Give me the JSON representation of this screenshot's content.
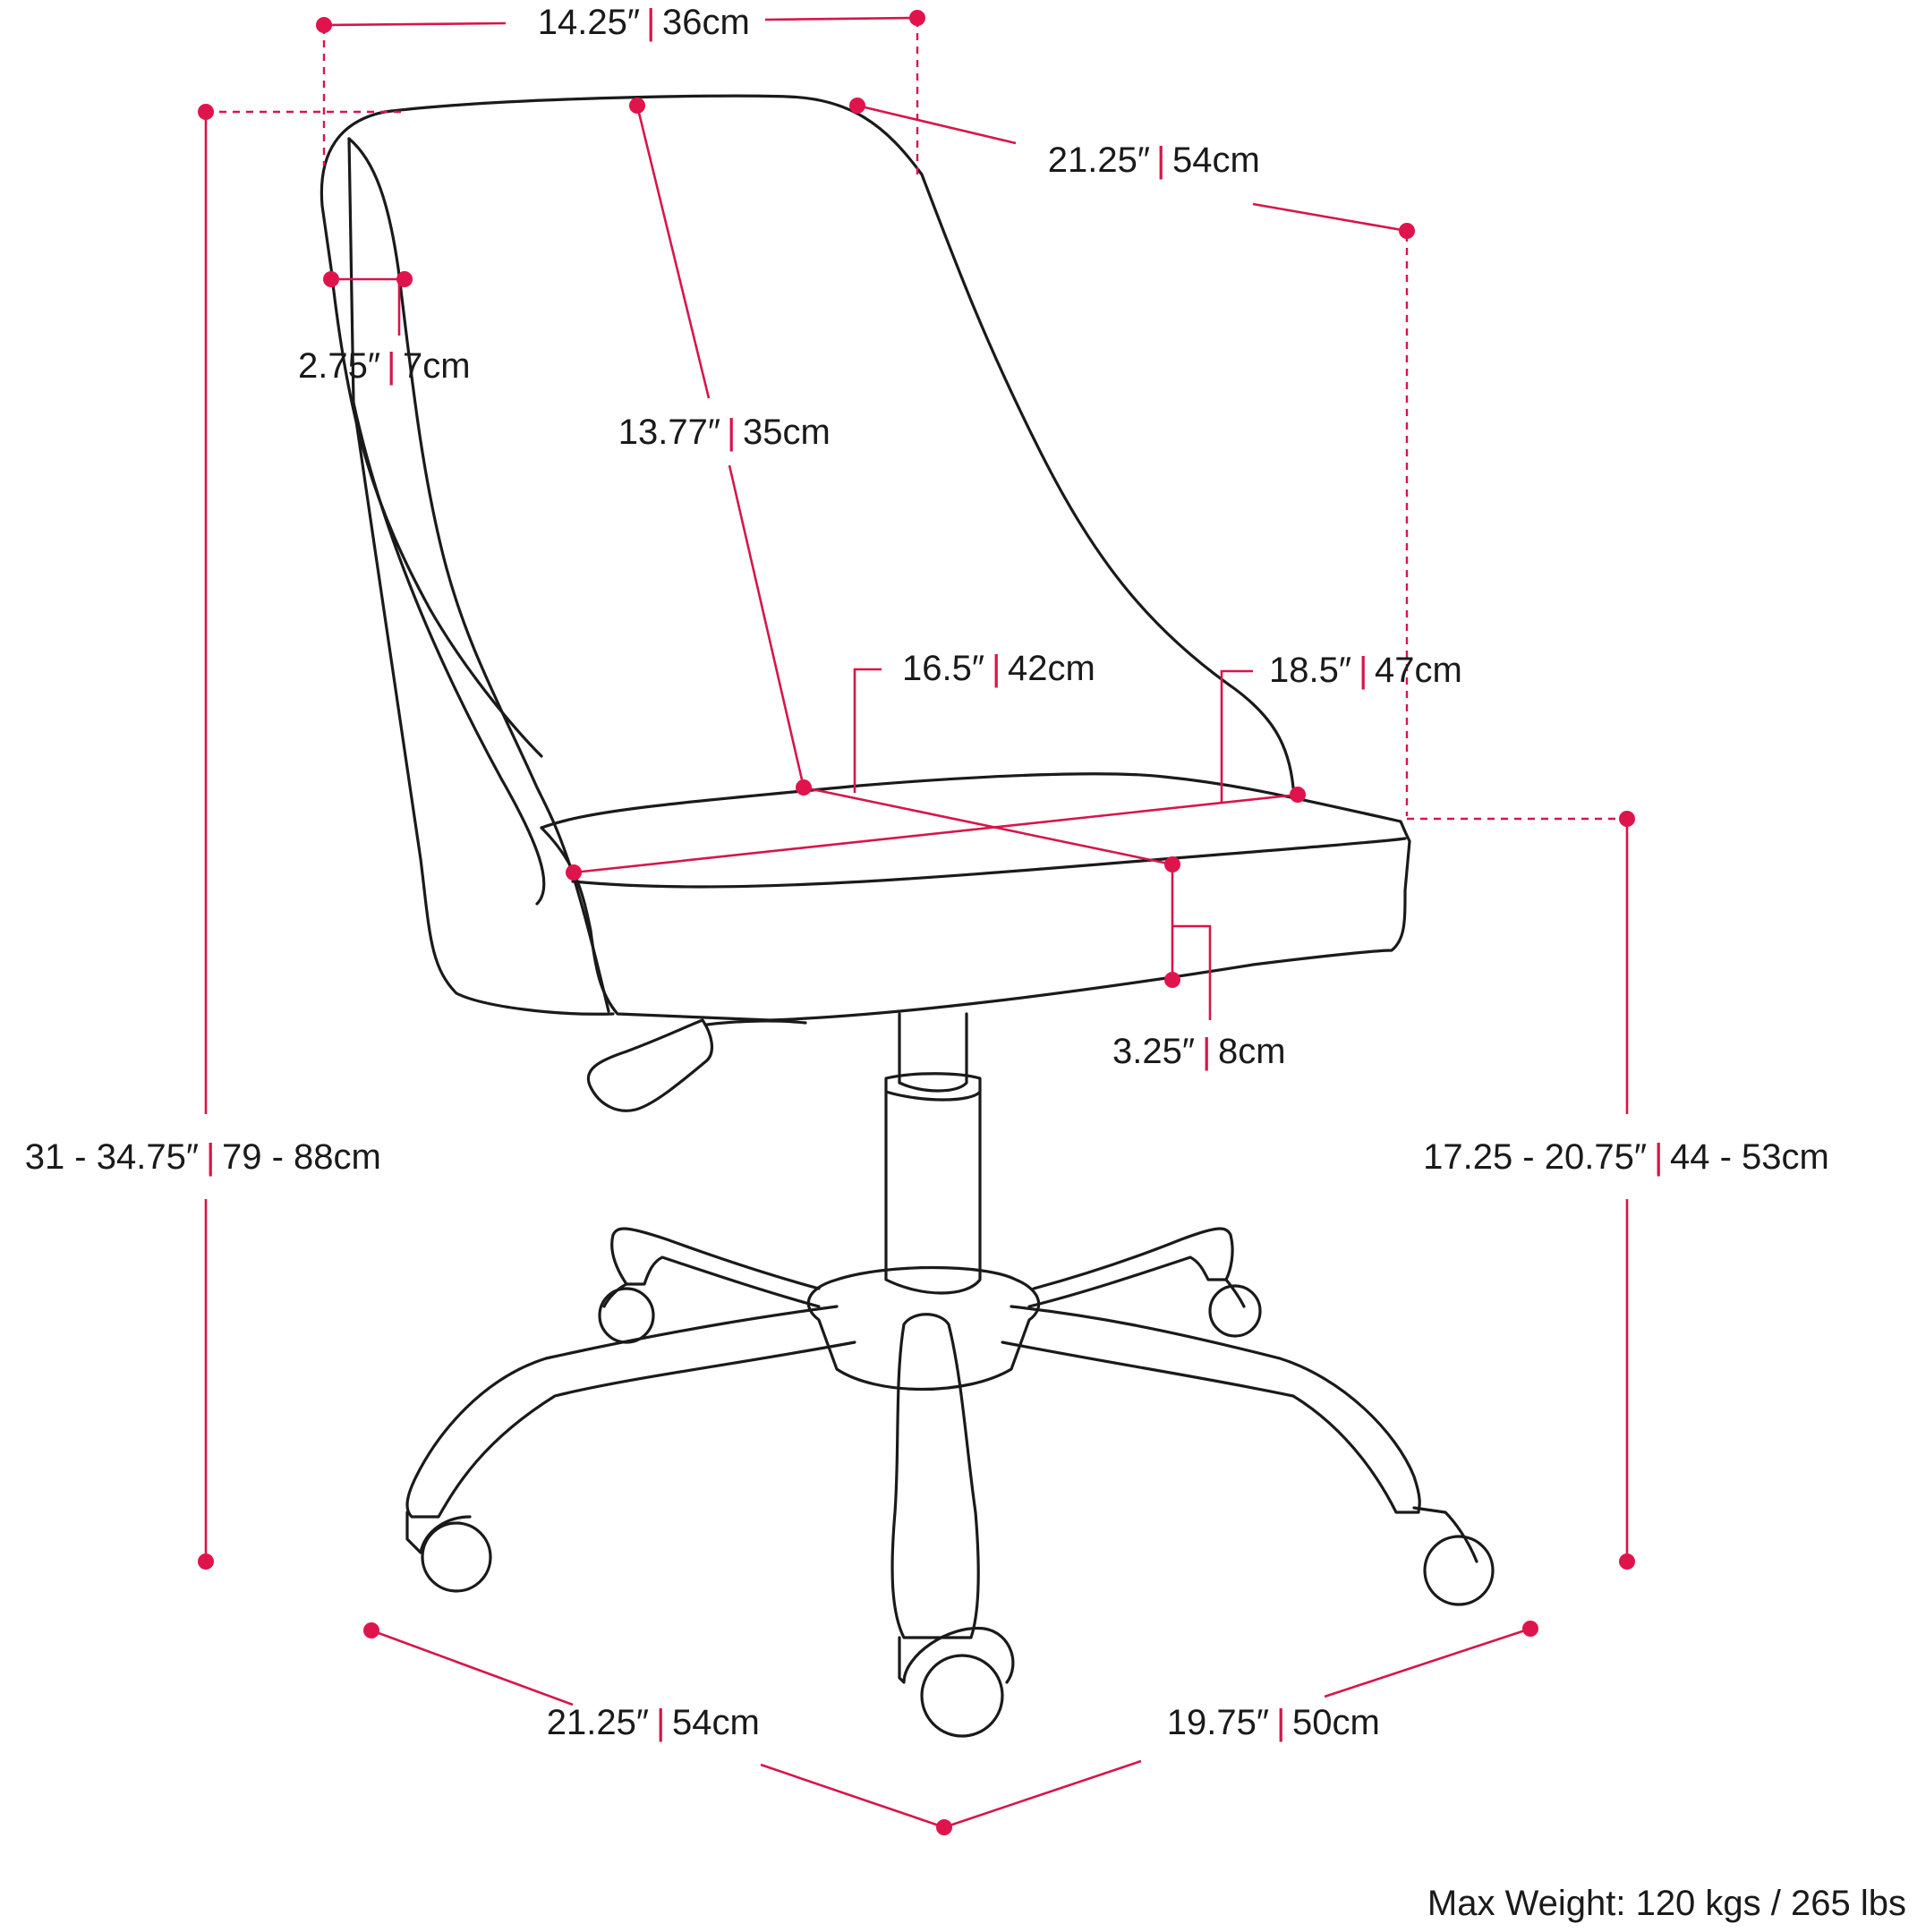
{
  "dimensions": {
    "back_width": {
      "imperial": "14.25″",
      "metric": "36cm"
    },
    "back_depth": {
      "imperial": "21.25″",
      "metric": "54cm"
    },
    "back_thick": {
      "imperial": "2.75″",
      "metric": "7cm"
    },
    "back_height": {
      "imperial": "13.77″",
      "metric": "35cm"
    },
    "seat_depth": {
      "imperial": "16.5″",
      "metric": "42cm"
    },
    "seat_width": {
      "imperial": "18.5″",
      "metric": "47cm"
    },
    "seat_thick": {
      "imperial": "3.25″",
      "metric": "8cm"
    },
    "total_height": {
      "imperial": "31 - 34.75″",
      "metric": "79 - 88cm"
    },
    "seat_height": {
      "imperial": "17.25 - 20.75″",
      "metric": "44 - 53cm"
    },
    "base_width": {
      "imperial": "21.25″",
      "metric": "54cm"
    },
    "base_depth": {
      "imperial": "19.75″",
      "metric": "50cm"
    }
  },
  "separator": "|",
  "max_weight": "Max Weight: 120 kgs / 265 lbs",
  "colors": {
    "accent": "#e0144c",
    "line": "#1a1a1a"
  }
}
